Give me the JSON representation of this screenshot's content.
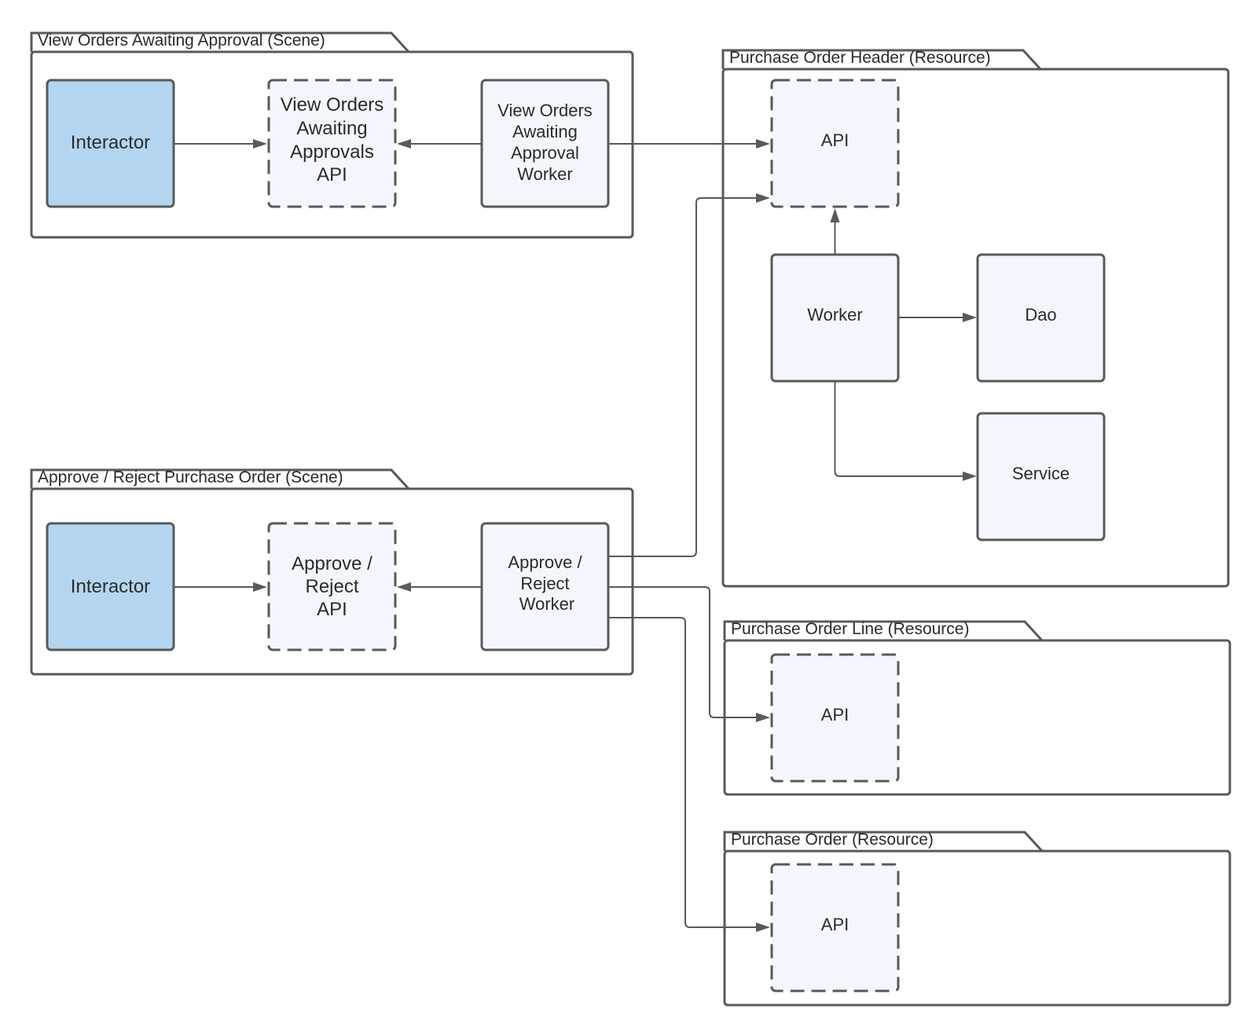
{
  "packages": {
    "view_scene": {
      "title": "View Orders Awaiting Approval (Scene)"
    },
    "approve_scene": {
      "title": "Approve / Reject Purchase Order (Scene)"
    },
    "po_header": {
      "title": "Purchase Order Header (Resource)"
    },
    "po_line": {
      "title": "Purchase Order Line (Resource)"
    },
    "po": {
      "title": "Purchase Order (Resource)"
    }
  },
  "nodes": {
    "view_interactor": {
      "lines": [
        "Interactor"
      ]
    },
    "view_api": {
      "lines": [
        "View Orders",
        "Awaiting",
        "Approvals",
        "API"
      ]
    },
    "view_worker": {
      "lines": [
        "View Orders",
        "Awaiting",
        "Approval",
        "Worker"
      ]
    },
    "approve_interactor": {
      "lines": [
        "Interactor"
      ]
    },
    "approve_api": {
      "lines": [
        "Approve /",
        "Reject",
        "API"
      ]
    },
    "approve_worker": {
      "lines": [
        "Approve /",
        "Reject",
        "Worker"
      ]
    },
    "header_api": {
      "lines": [
        "API"
      ]
    },
    "header_worker": {
      "lines": [
        "Worker"
      ]
    },
    "header_dao": {
      "lines": [
        "Dao"
      ]
    },
    "header_service": {
      "lines": [
        "Service"
      ]
    },
    "line_api": {
      "lines": [
        "API"
      ]
    },
    "po_api": {
      "lines": [
        "API"
      ]
    }
  }
}
